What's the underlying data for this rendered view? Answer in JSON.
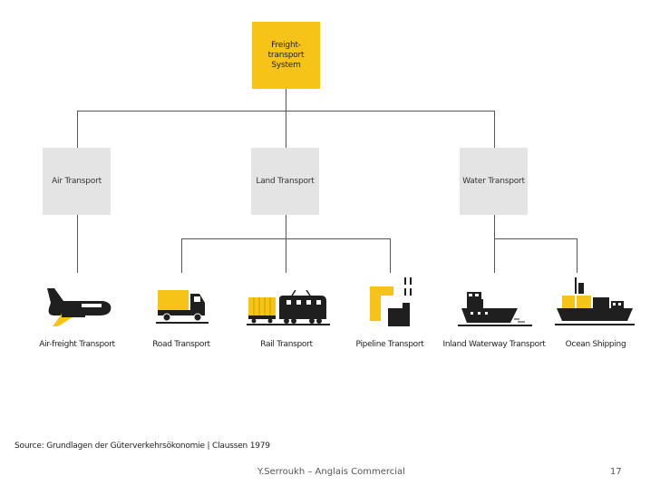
{
  "root": {
    "label": "Freight-transport System"
  },
  "categories": [
    {
      "label": "Air Transport"
    },
    {
      "label": "Land Transport"
    },
    {
      "label": "Water Transport"
    }
  ],
  "modes": [
    {
      "label": "Air-freight Transport",
      "icon": "airplane-icon"
    },
    {
      "label": "Road Transport",
      "icon": "truck-icon"
    },
    {
      "label": "Rail Transport",
      "icon": "train-icon"
    },
    {
      "label": "Pipeline Transport",
      "icon": "pipeline-icon"
    },
    {
      "label": "Inland Waterway Transport",
      "icon": "barge-icon"
    },
    {
      "label": "Ocean Shipping",
      "icon": "container-ship-icon"
    }
  ],
  "source": "Source: Grundlagen der Güterverkehrsökonomie | Claussen 1979",
  "footer": {
    "author": "Y.Serroukh – Anglais Commercial",
    "page": "17"
  },
  "colors": {
    "accent": "#f5c416",
    "box": "#e4e4e4",
    "icon": "#1f1f1f"
  }
}
